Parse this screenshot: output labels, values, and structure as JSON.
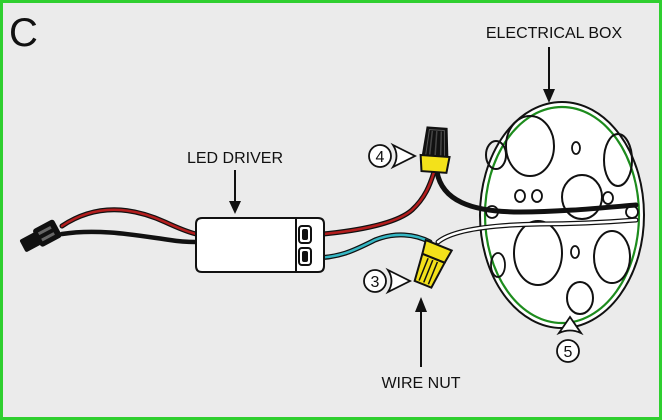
{
  "panel": {
    "letter": "C"
  },
  "labels": {
    "electrical_box": "ELECTRICAL BOX",
    "led_driver": "LED DRIVER",
    "wire_nut": "WIRE NUT"
  },
  "callouts": {
    "three": "3",
    "four": "4",
    "five": "5"
  },
  "colors": {
    "frame": "#2fcf2f",
    "background": "#ebebeb",
    "red_wire": "#b31d1d",
    "blue_wire": "#35b7c4",
    "wire_nut": "#f3e11a",
    "box_outline": "#1d8c1d"
  }
}
